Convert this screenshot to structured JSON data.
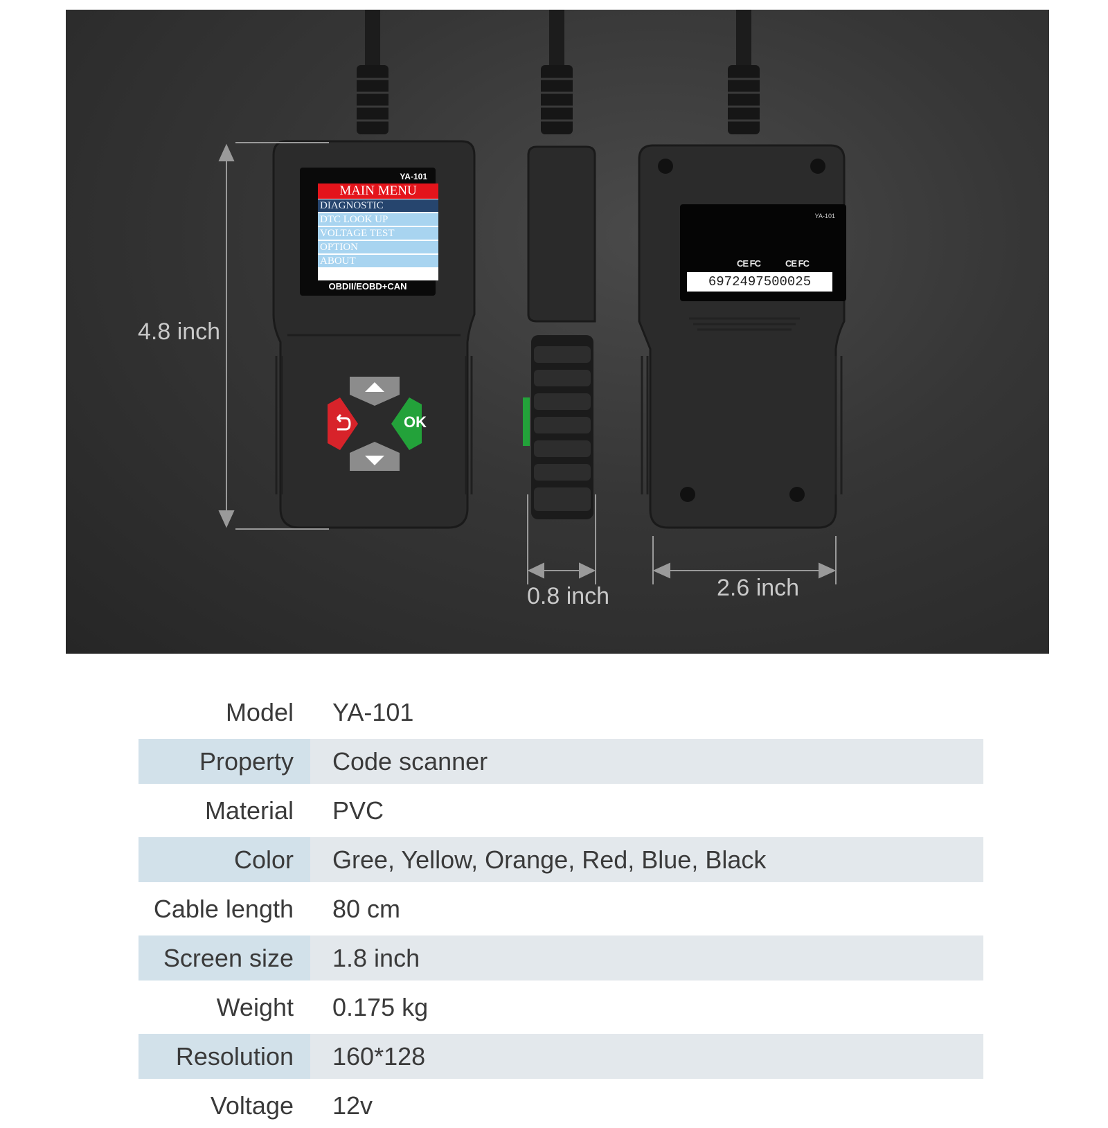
{
  "dimensions": {
    "height": "4.8 inch",
    "depth": "0.8 inch",
    "width": "2.6 inch"
  },
  "device": {
    "model": "YA-101",
    "screen": {
      "title": "MAIN MENU",
      "items": [
        "DIAGNOSTIC",
        "DTC LOOK UP",
        "VOLTAGE TEST",
        "OPTION",
        "ABOUT"
      ],
      "footer": "OBDII/EOBD+CAN"
    },
    "ok_label": "OK",
    "back_label": {
      "model": "YA-101",
      "cert1": "CE FC",
      "cert2": "CE FC",
      "barcode": "6972497500025"
    }
  },
  "specs": [
    {
      "label": "Model",
      "value": "YA-101"
    },
    {
      "label": "Property",
      "value": "Code scanner"
    },
    {
      "label": "Material",
      "value": "PVC"
    },
    {
      "label": "Color",
      "value": "Gree, Yellow, Orange, Red, Blue, Black"
    },
    {
      "label": "Cable length",
      "value": "80 cm"
    },
    {
      "label": "Screen size",
      "value": "1.8 inch"
    },
    {
      "label": "Weight",
      "value": "0.175 kg"
    },
    {
      "label": "Resolution",
      "value": "160*128"
    },
    {
      "label": "Voltage",
      "value": "12v"
    }
  ],
  "colors": {
    "photo_bg": "#363636",
    "device_body": "#2a2a2a",
    "menu_title": "#e4141b",
    "menu_selected": "#26456e",
    "menu_item": "#a8d4f0",
    "button_back": "#d8232a",
    "button_ok": "#23a23a",
    "button_arrow": "#8c8c8c",
    "row_shade": "#e3e8ec",
    "label_shade": "#d2e1ea"
  }
}
